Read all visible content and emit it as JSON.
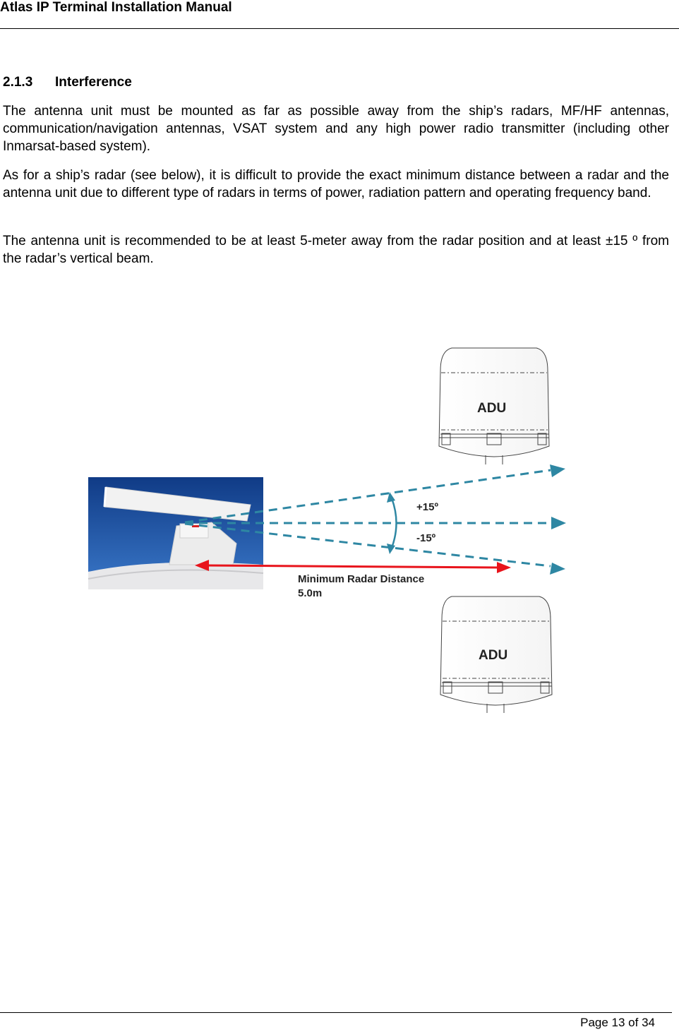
{
  "header": {
    "title": "Atlas IP Terminal Installation Manual"
  },
  "section": {
    "number": "2.1.3",
    "title": "Interference"
  },
  "paragraphs": [
    "The antenna unit must be mounted as far as possible away from the ship’s radars, MF/HF antennas, communication/navigation antennas, VSAT system and any high power radio transmitter (including other Inmarsat-based system).",
    "As for a ship’s radar (see below), it is difficult to provide the exact minimum distance between a radar and the antenna unit due to different type of radars in terms of power, radiation pattern and operating frequency band.",
    "The antenna unit is recommended to be at least 5-meter away from the radar position and at least ±15 º from the radar’s vertical beam."
  ],
  "figure": {
    "adu_top_label": "ADU",
    "adu_bottom_label": "ADU",
    "angle_plus": "+15º",
    "angle_minus": "-15º",
    "distance_line1": "Minimum Radar Distance",
    "distance_line2": "5.0m",
    "colors": {
      "beam": "#2e87a3",
      "distance_arrow": "#e8141c",
      "sky": "#1a4fa0",
      "adu_outline": "#444444"
    }
  },
  "footer": {
    "page": "Page 13 of 34"
  }
}
